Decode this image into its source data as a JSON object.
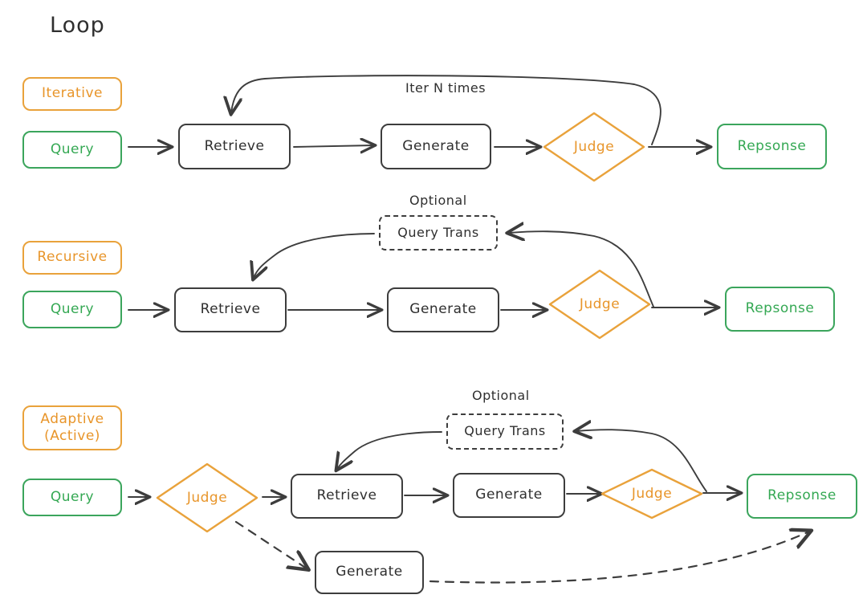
{
  "title": "Loop",
  "colors": {
    "orange": "#e9a23b",
    "orange_text": "#e8952a",
    "green": "#3ba55c",
    "green_text": "#34a853",
    "stroke": "#3d3d3d",
    "text": "#2f2f2f",
    "background": "#ffffff"
  },
  "rows": [
    {
      "id": "iterative",
      "tag": "Iterative",
      "query": "Query",
      "retrieve": "Retrieve",
      "generate": "Generate",
      "judge": "Judge",
      "response": "Repsonse",
      "loop_label": "Iter N times"
    },
    {
      "id": "recursive",
      "tag": "Recursive",
      "query": "Query",
      "retrieve": "Retrieve",
      "generate": "Generate",
      "judge": "Judge",
      "response": "Repsonse",
      "optional_label": "Optional",
      "query_trans": "Query Trans"
    },
    {
      "id": "adaptive",
      "tag_line1": "Adaptive",
      "tag_line2": "(Active)",
      "query": "Query",
      "judge_first": "Judge",
      "retrieve": "Retrieve",
      "generate": "Generate",
      "judge_second": "Judge",
      "response": "Repsonse",
      "optional_label": "Optional",
      "query_trans": "Query Trans",
      "generate_direct": "Generate"
    }
  ]
}
